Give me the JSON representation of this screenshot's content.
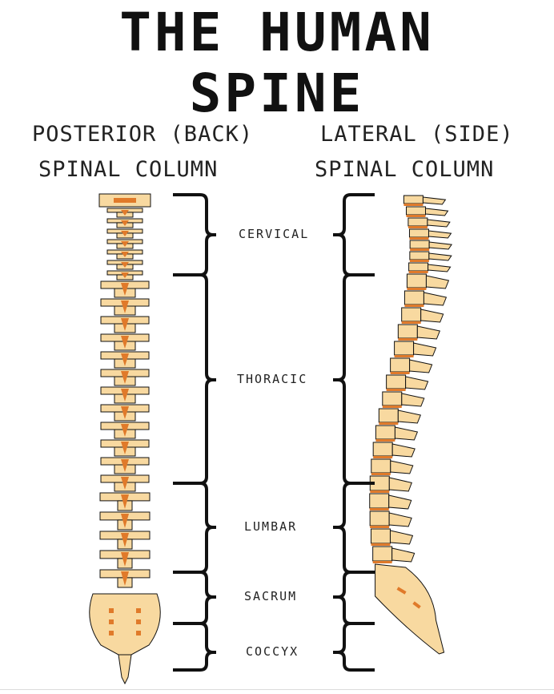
{
  "title": {
    "line1": "THE HUMAN",
    "line2": "SPINE"
  },
  "posterior": {
    "line1": "POSTERIOR (BACK)",
    "line2": "SPINAL COLUMN"
  },
  "lateral": {
    "line1": "LATERAL (SIDE)",
    "line2": "SPINAL COLUMN"
  },
  "regions": {
    "cervical": "CERVICAL",
    "thoracic": "THORACIC",
    "lumbar": "LUMBAR",
    "sacrum": "SACRUM",
    "coccyx": "COCCYX"
  },
  "colors": {
    "bone": "#f8d9a0",
    "bone_dark": "#e7a955",
    "accent": "#e07a2a",
    "outline": "#111111"
  }
}
